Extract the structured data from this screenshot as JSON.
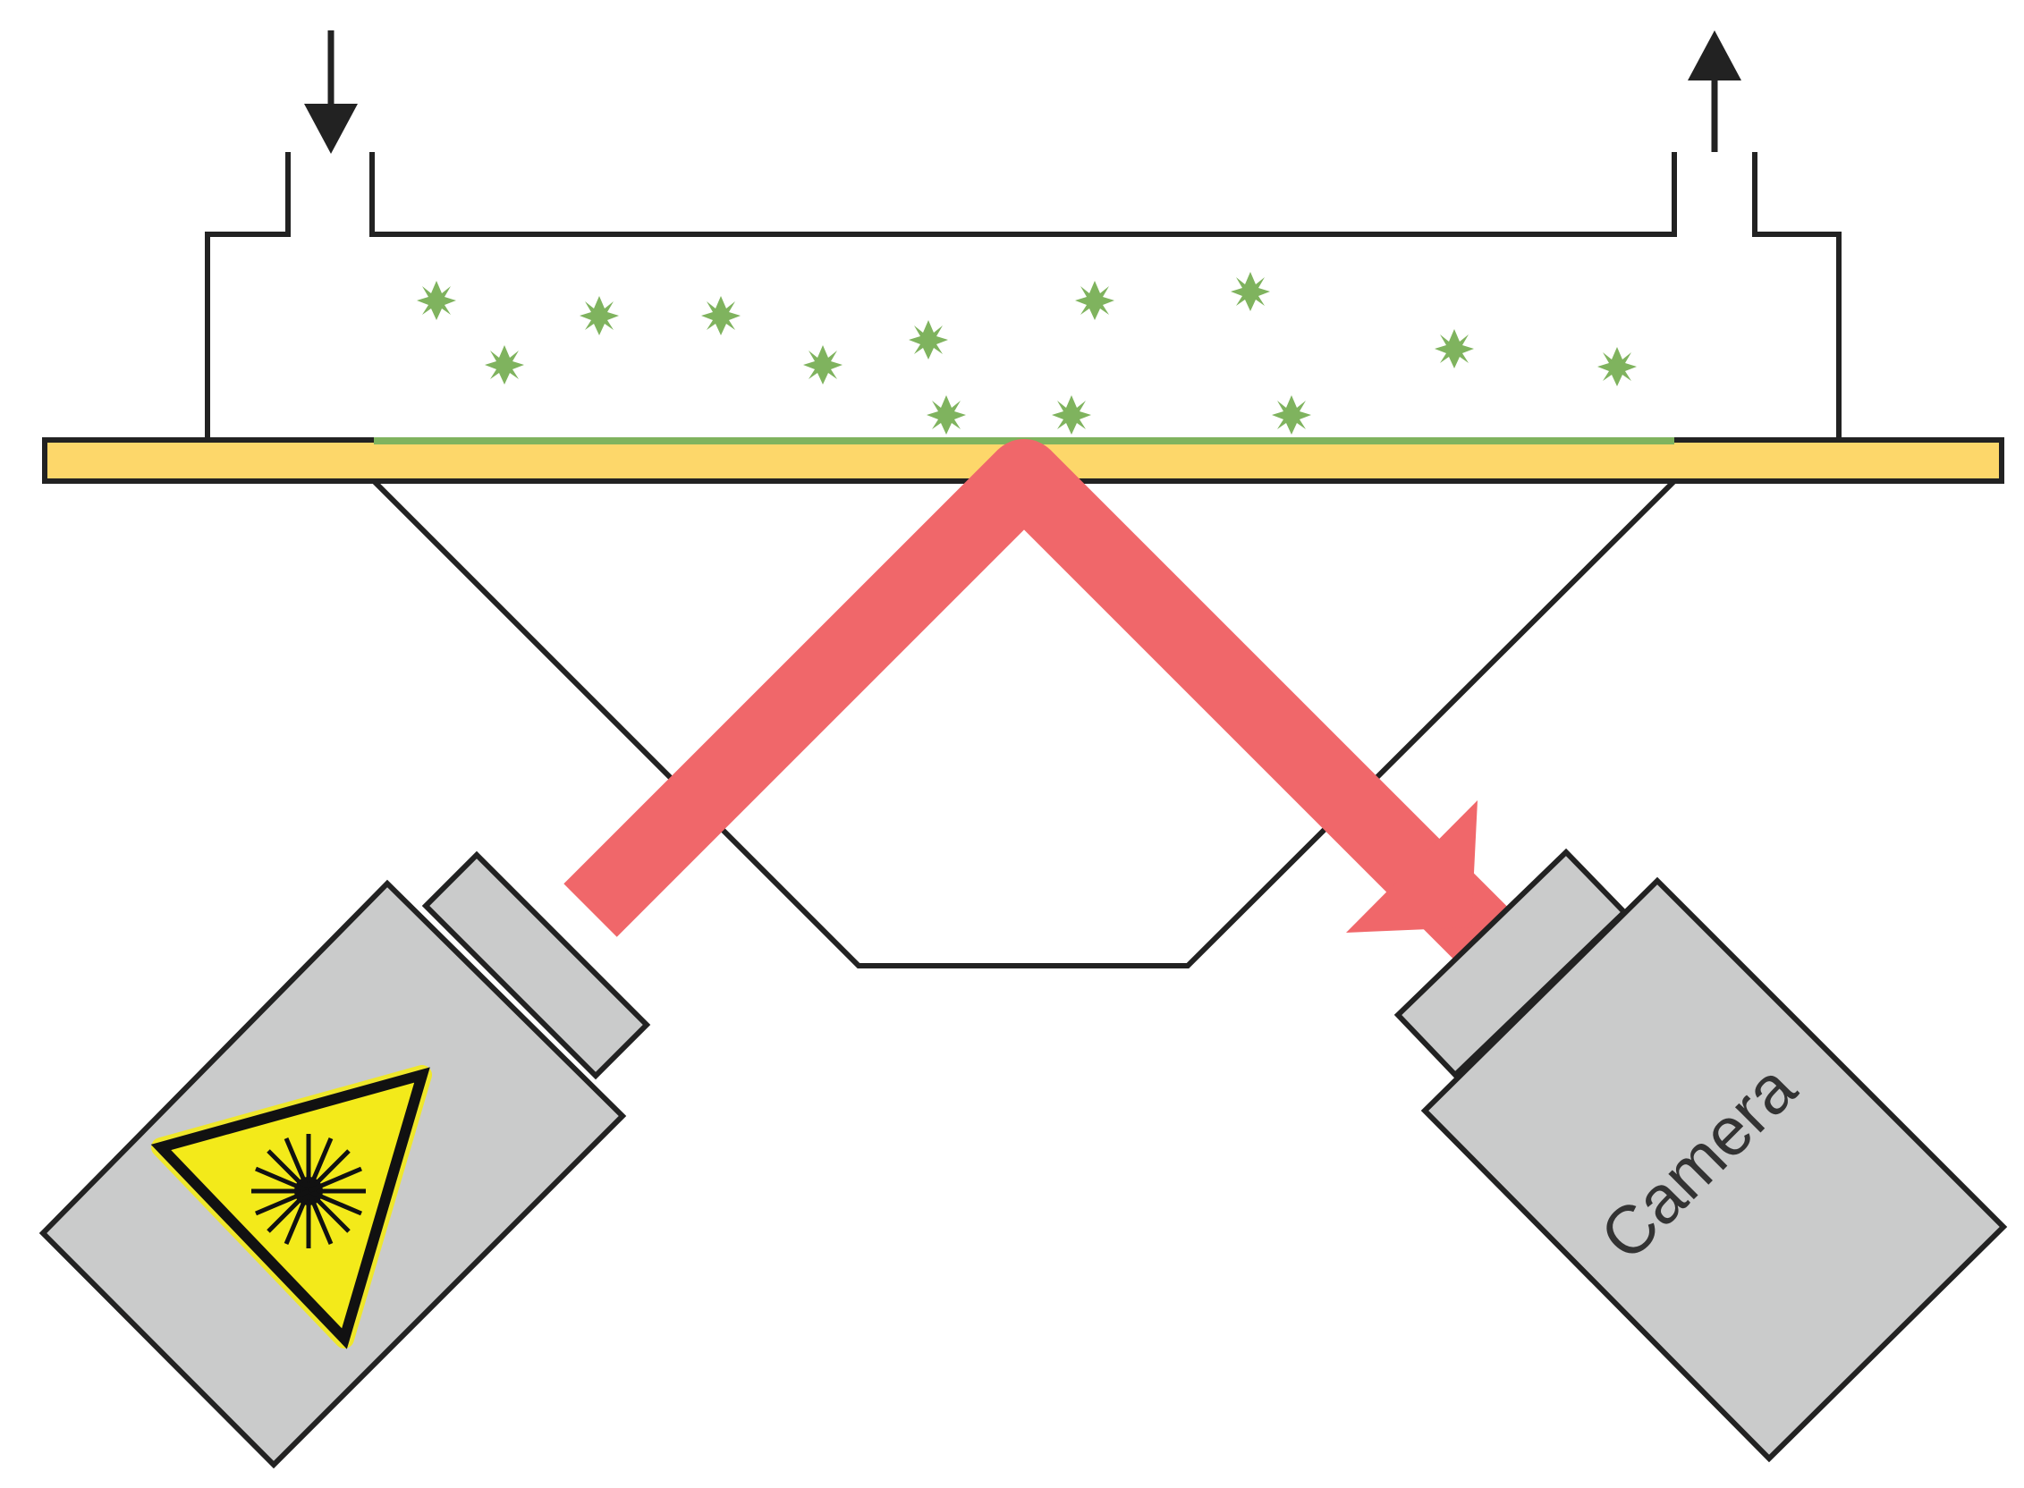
{
  "labels": {
    "camera": "Camera"
  },
  "flow": {
    "inlet_direction": "in",
    "outlet_direction": "out"
  },
  "colors": {
    "outline": "#222222",
    "slide_fill": "#fdd76a",
    "surface_layer": "#7fb35e",
    "particle": "#7fb35e",
    "beam": "#f0676a",
    "device_body": "#cacbcb",
    "warning_fill": "#f3ea1a",
    "warning_glow": "#f3ea1a"
  },
  "icons": {
    "laser_warning": "laser-warning-icon",
    "flow_in_arrow": "arrow-down-icon",
    "flow_out_arrow": "arrow-up-icon",
    "particle": "star-icon"
  }
}
